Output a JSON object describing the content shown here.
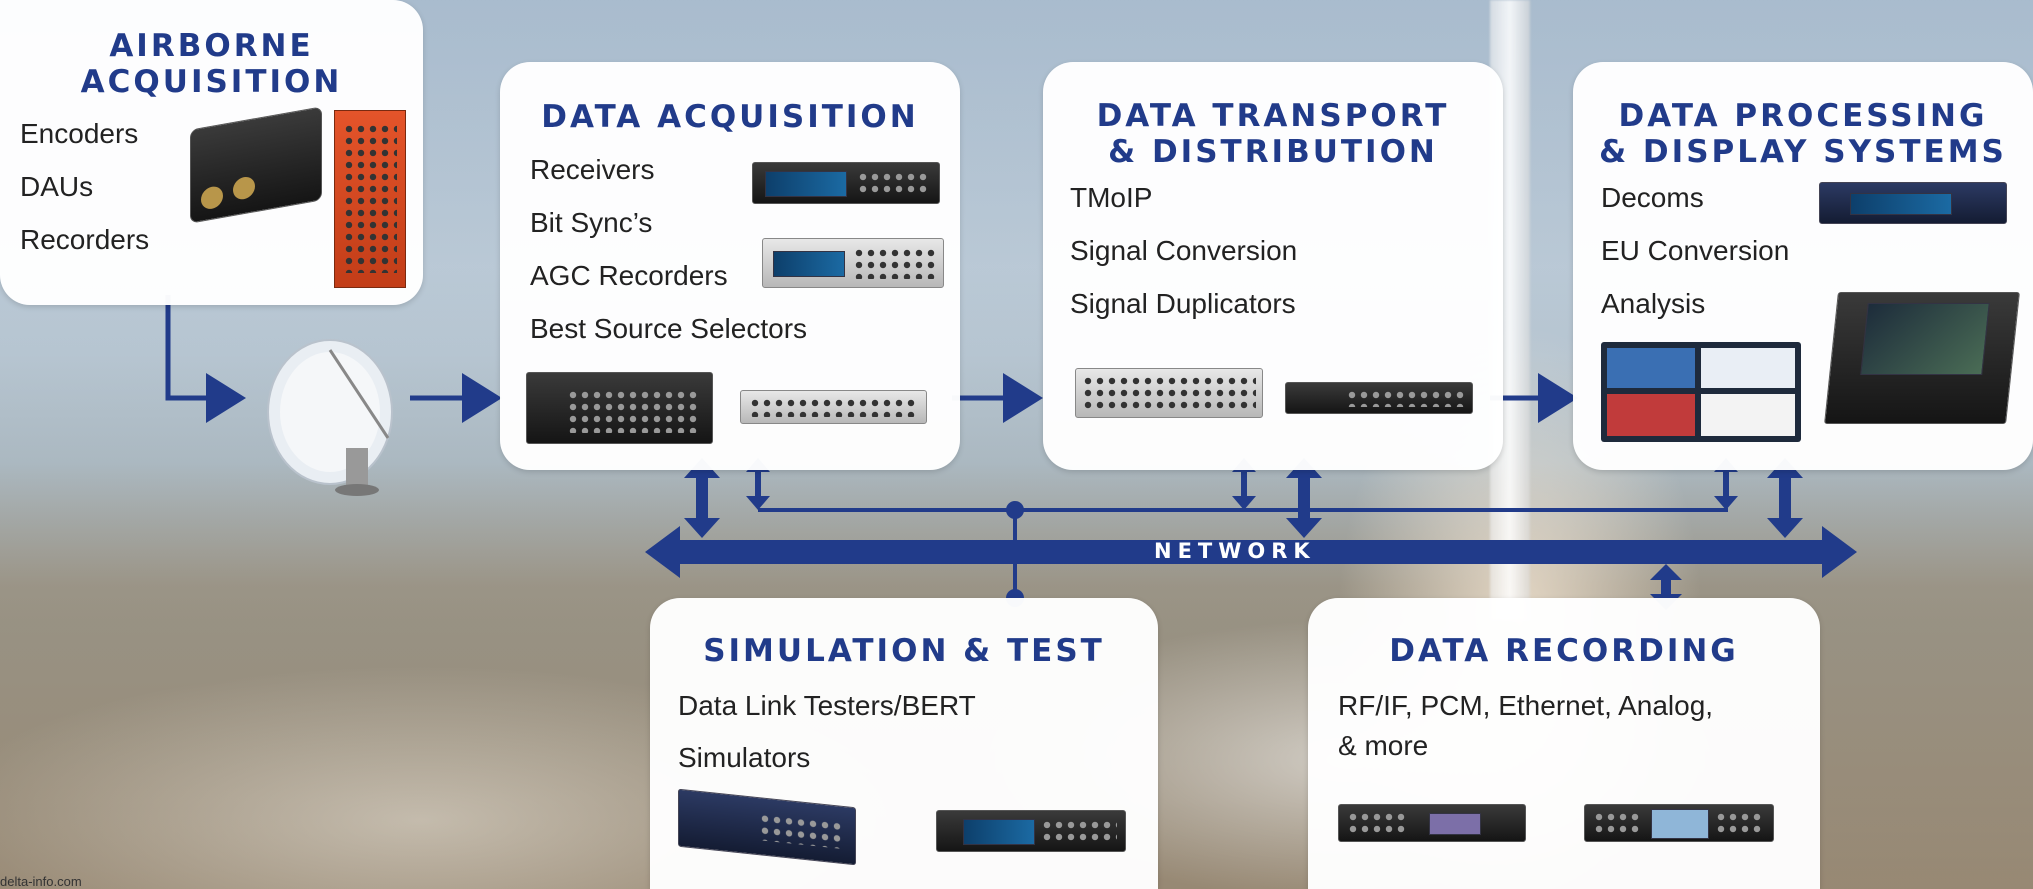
{
  "colors": {
    "accent": "#213b8a",
    "card_bg": "#ffffff",
    "text": "#222222"
  },
  "airborne": {
    "title_line1": "AIRBORNE",
    "title_line2": "ACQUISITION",
    "items": [
      "Encoders",
      "DAUs",
      "Recorders"
    ]
  },
  "data_acquisition": {
    "title": "DATA ACQUISITION",
    "items": [
      "Receivers",
      "Bit Sync’s",
      "AGC Recorders",
      "Best Source Selectors"
    ]
  },
  "data_transport": {
    "title_line1": "DATA TRANSPORT",
    "title_line2": "& DISTRIBUTION",
    "items": [
      "TMoIP",
      "Signal Conversion",
      "Signal Duplicators"
    ]
  },
  "data_processing": {
    "title_line1": "DATA PROCESSING",
    "title_line2": "& DISPLAY SYSTEMS",
    "items": [
      "Decoms",
      "EU Conversion",
      "Analysis"
    ]
  },
  "network": {
    "label": "NETWORK"
  },
  "simulation": {
    "title": "SIMULATION & TEST",
    "items": [
      "Data Link Testers/BERT",
      "Simulators"
    ]
  },
  "recording": {
    "title": "DATA RECORDING",
    "items": [
      "RF/IF, PCM, Ethernet, Analog,",
      "& more"
    ]
  },
  "footer": {
    "text": "delta-info.com"
  },
  "icons": [
    "antenna-dish-icon",
    "encoder-device-icon",
    "receiver-device-icon",
    "server-rack-icon",
    "laptop-icon"
  ]
}
